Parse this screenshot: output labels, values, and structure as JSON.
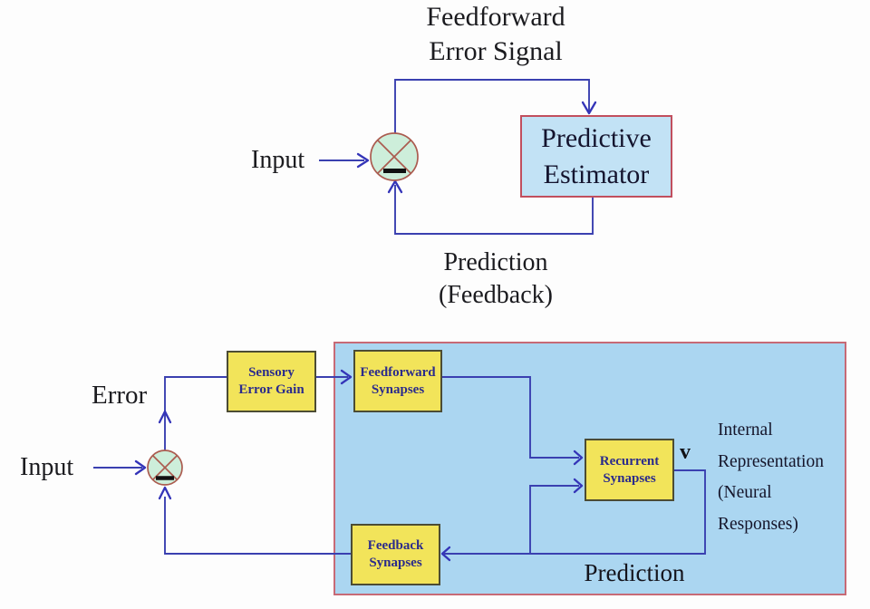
{
  "top_diagram": {
    "feedforward_error_signal_label": "Feedforward\nError Signal",
    "input_label": "Input",
    "predictive_estimator_label": "Predictive\nEstimator",
    "prediction_feedback_label": "Prediction\n(Feedback)"
  },
  "bottom_diagram": {
    "error_label": "Error",
    "input_label": "Input",
    "sensory_error_gain_label": "Sensory\nError Gain",
    "feedforward_synapses_label": "Feedforward\nSynapses",
    "recurrent_synapses_label": "Recurrent\nSynapses",
    "feedback_synapses_label": "Feedback\nSynapses",
    "response_vector_label": "v",
    "internal_representation_label": "Internal\nRepresentation\n(Neural\nResponses)",
    "prediction_label": "Prediction"
  },
  "colors": {
    "background": "#fdfdfd",
    "wire_blue": "#3a40b0",
    "network_region_fill": "#abd6f1",
    "network_region_border": "#c76a76",
    "estimator_fill": "#c2e2f5",
    "estimator_border": "#c14f5e",
    "synapse_box_fill": "#f2e45a",
    "synapse_box_border": "#4c4c34",
    "synapse_text_navy": "#2b2b8c",
    "summing_node_fill": "#cdeeda",
    "summing_node_border": "#ab5c50",
    "label_text": "#1b1b1f"
  }
}
